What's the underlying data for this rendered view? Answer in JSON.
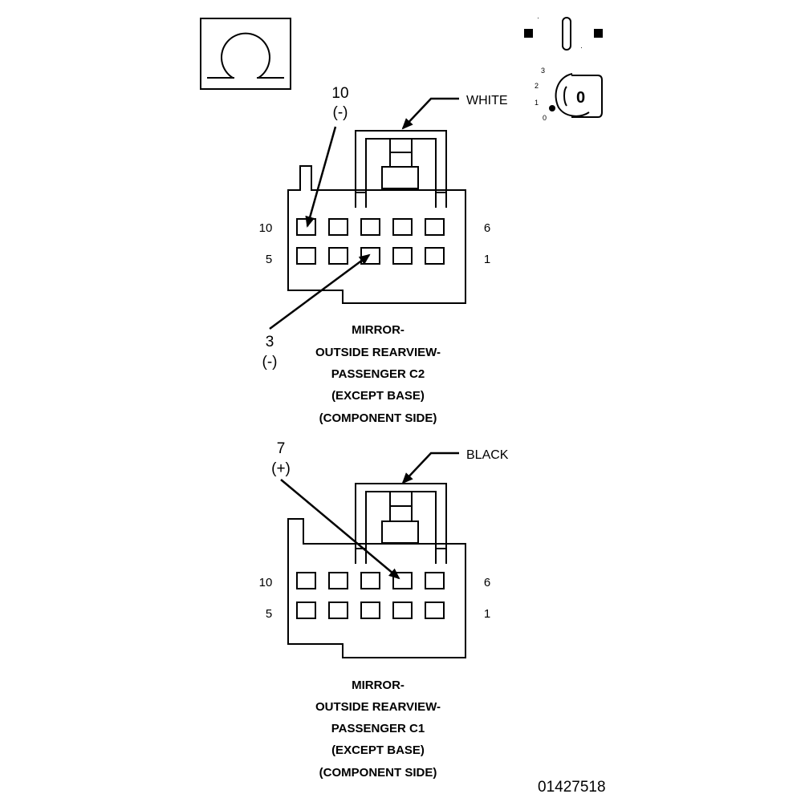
{
  "ignition": {
    "positions": [
      "3",
      "2",
      "1",
      "0"
    ],
    "key_label": "0"
  },
  "connector_c2": {
    "color": "WHITE",
    "pin_labels": {
      "top_left": "10",
      "top_right": "6",
      "bottom_left": "5",
      "bottom_right": "1"
    },
    "callouts": [
      {
        "pin": "10",
        "polarity": "(-)"
      },
      {
        "pin": "3",
        "polarity": "(-)"
      }
    ],
    "caption": [
      "MIRROR-",
      "OUTSIDE REARVIEW-",
      "PASSENGER C2",
      "(EXCEPT BASE)",
      "(COMPONENT SIDE)"
    ]
  },
  "connector_c1": {
    "color": "BLACK",
    "pin_labels": {
      "top_left": "10",
      "top_right": "6",
      "bottom_left": "5",
      "bottom_right": "1"
    },
    "callouts": [
      {
        "pin": "7",
        "polarity": "(+)"
      }
    ],
    "caption": [
      "MIRROR-",
      "OUTSIDE REARVIEW-",
      "PASSENGER C1",
      "(EXCEPT BASE)",
      "(COMPONENT SIDE)"
    ]
  },
  "figure_number": "01427518"
}
